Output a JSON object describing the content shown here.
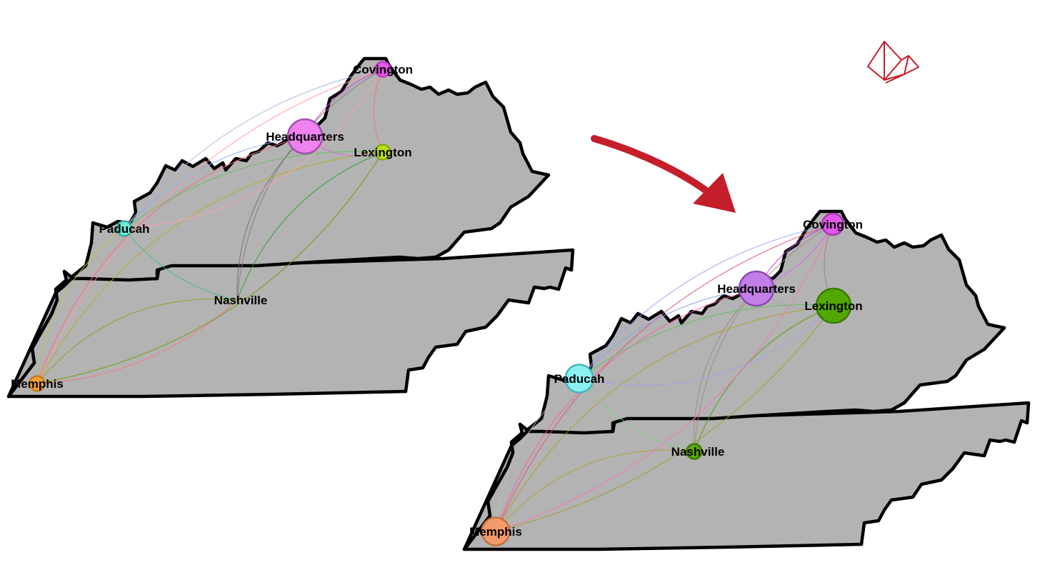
{
  "maps": [
    {
      "id": "before",
      "cities": [
        {
          "key": "covington",
          "label": "Covington",
          "color": "#e858e8",
          "stroke": "#c040c0",
          "weight": 1
        },
        {
          "key": "headquarters",
          "label": "Headquarters",
          "color": "#ee82ee",
          "stroke": "#a050b0",
          "weight": 4
        },
        {
          "key": "lexington",
          "label": "Lexington",
          "color": "#b8e01a",
          "stroke": "#8aaa10",
          "weight": 1
        },
        {
          "key": "paducah",
          "label": "Paducah",
          "color": "#6ee8d8",
          "stroke": "#3aaa9a",
          "weight": 1
        },
        {
          "key": "nashville",
          "label": "Nashville",
          "color": "#b0b0b0",
          "stroke": "#b0b0b0",
          "weight": 0
        },
        {
          "key": "memphis",
          "label": "Memphis",
          "color": "#f5a13a",
          "stroke": "#c87a20",
          "weight": 1
        }
      ]
    },
    {
      "id": "after",
      "cities": [
        {
          "key": "covington",
          "label": "Covington",
          "color": "#e058e8",
          "stroke": "#a83ab0",
          "weight": 2
        },
        {
          "key": "headquarters",
          "label": "Headquarters",
          "color": "#c37ee8",
          "stroke": "#8a4ab0",
          "weight": 4
        },
        {
          "key": "lexington",
          "label": "Lexington",
          "color": "#52a800",
          "stroke": "#3a7a00",
          "weight": 4
        },
        {
          "key": "paducah",
          "label": "Paducah",
          "color": "#8af0f0",
          "stroke": "#40b8c0",
          "weight": 3
        },
        {
          "key": "nashville",
          "label": "Nashville",
          "color": "#5aa800",
          "stroke": "#3a7a00",
          "weight": 1
        },
        {
          "key": "memphis",
          "label": "Memphis",
          "color": "#f59a6a",
          "stroke": "#c07040",
          "weight": 3
        }
      ]
    }
  ],
  "edges_before": [
    {
      "from": "covington",
      "to": "headquarters",
      "color": "#e040e0"
    },
    {
      "from": "covington",
      "to": "lexington",
      "color": "#ff7070"
    },
    {
      "from": "covington",
      "to": "nashville",
      "color": "#808080"
    },
    {
      "from": "covington",
      "to": "paducah",
      "color": "#b0b0e0"
    },
    {
      "from": "covington",
      "to": "memphis",
      "color": "#ff9aa8"
    },
    {
      "from": "headquarters",
      "to": "lexington",
      "color": "#e060e0"
    },
    {
      "from": "headquarters",
      "to": "paducah",
      "color": "#8ab0f0"
    },
    {
      "from": "headquarters",
      "to": "nashville",
      "color": "#707070"
    },
    {
      "from": "headquarters",
      "to": "memphis",
      "color": "#ff6a80"
    },
    {
      "from": "lexington",
      "to": "paducah",
      "color": "#60c060"
    },
    {
      "from": "lexington",
      "to": "nashville",
      "color": "#30a030"
    },
    {
      "from": "lexington",
      "to": "memphis",
      "color": "#b0b020"
    },
    {
      "from": "paducah",
      "to": "nashville",
      "color": "#40c080"
    },
    {
      "from": "paducah",
      "to": "memphis",
      "color": "#c0c040"
    },
    {
      "from": "nashville",
      "to": "memphis",
      "color": "#8aa020"
    },
    {
      "from": "memphis",
      "to": "nashville",
      "color": "#ff7088"
    },
    {
      "from": "memphis",
      "to": "lexington",
      "color": "#6aa000"
    },
    {
      "from": "paducah",
      "to": "covington",
      "color": "#ffa0b0"
    }
  ],
  "edges_after": [
    {
      "from": "covington",
      "to": "headquarters",
      "color": "#c040e0"
    },
    {
      "from": "covington",
      "to": "lexington",
      "color": "#a08080"
    },
    {
      "from": "covington",
      "to": "nashville",
      "color": "#a08a80"
    },
    {
      "from": "covington",
      "to": "paducah",
      "color": "#a0a0f0"
    },
    {
      "from": "covington",
      "to": "memphis",
      "color": "#e05080"
    },
    {
      "from": "headquarters",
      "to": "lexington",
      "color": "#b0a0b0"
    },
    {
      "from": "headquarters",
      "to": "paducah",
      "color": "#8aa0f0"
    },
    {
      "from": "headquarters",
      "to": "nashville",
      "color": "#a08a80"
    },
    {
      "from": "headquarters",
      "to": "memphis",
      "color": "#ff60a0"
    },
    {
      "from": "lexington",
      "to": "paducah",
      "color": "#60c060"
    },
    {
      "from": "lexington",
      "to": "nashville",
      "color": "#50a000"
    },
    {
      "from": "lexington",
      "to": "memphis",
      "color": "#b0a020"
    },
    {
      "from": "paducah",
      "to": "nashville",
      "color": "#80d080"
    },
    {
      "from": "paducah",
      "to": "memphis",
      "color": "#c0c0a0"
    },
    {
      "from": "nashville",
      "to": "memphis",
      "color": "#b0a030"
    },
    {
      "from": "memphis",
      "to": "lexington",
      "color": "#a0a020"
    },
    {
      "from": "memphis",
      "to": "covington",
      "color": "#ff70c0"
    },
    {
      "from": "paducah",
      "to": "lexington",
      "color": "#a0a0f0"
    },
    {
      "from": "headquarters",
      "to": "covington",
      "color": "#d070e0"
    }
  ],
  "arrow": {
    "color": "#c41e2a"
  },
  "logo": {
    "name": "origami-bird-logo",
    "color": "#c41e2a"
  }
}
